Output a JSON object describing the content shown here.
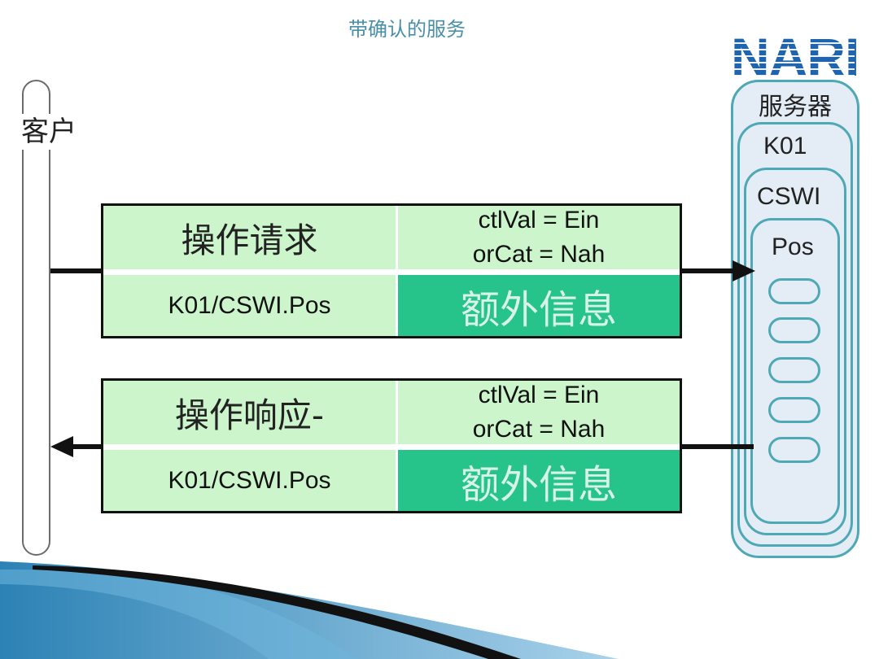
{
  "title": "带确认的服务",
  "logo": {
    "text": "NARI",
    "color": "#1f64ad"
  },
  "client": {
    "label": "客户"
  },
  "server": {
    "label": "服务器",
    "ld": "K01",
    "ln": "CSWI",
    "do": "Pos",
    "pill_count": 5,
    "stroke_color": "#4ea8b6",
    "fill_color": "#e4ecf6"
  },
  "request": {
    "service": "操作请求",
    "params_line1": "ctlVal = Ein",
    "params_line2": "orCat = Nah",
    "reference": "K01/CSWI.Pos",
    "extra": "额外信息",
    "direction": "client-to-server"
  },
  "response": {
    "service": "操作响应-",
    "params_line1": "ctlVal = Ein",
    "params_line2": "orCat = Nah",
    "reference": "K01/CSWI.Pos",
    "extra": "额外信息",
    "direction": "server-to-client"
  },
  "colors": {
    "cell_light": "#ccf5cc",
    "cell_accent": "#26c38b",
    "title": "#4a8fa8"
  }
}
